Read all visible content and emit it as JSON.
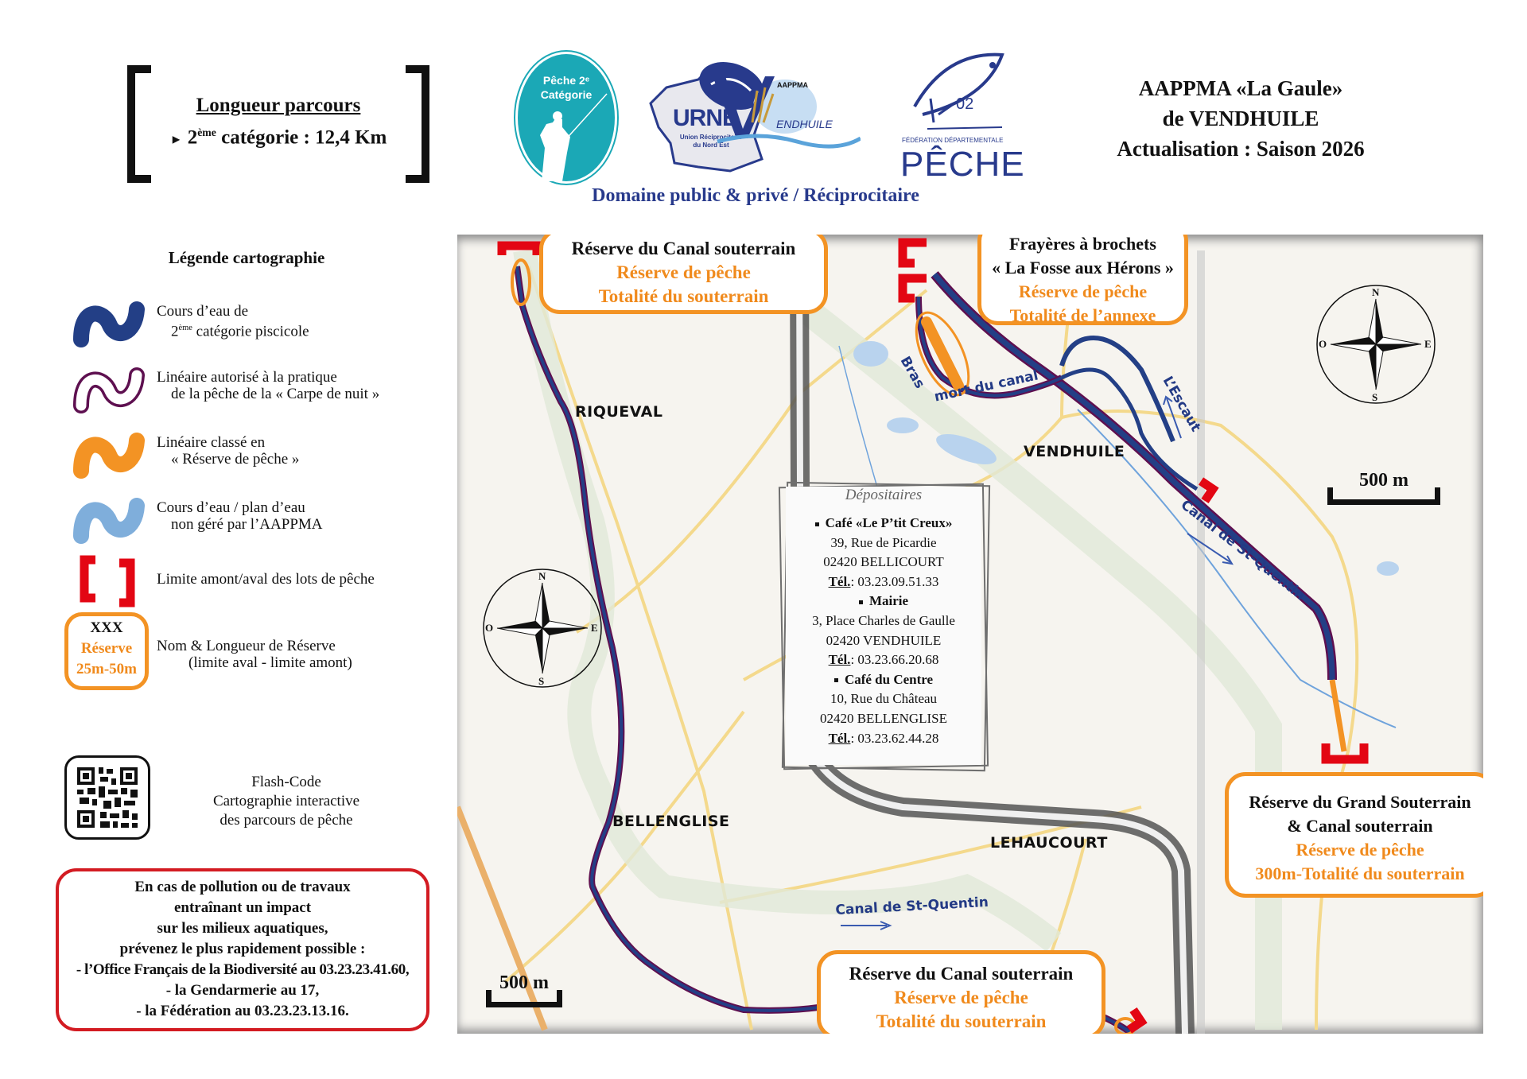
{
  "header": {
    "parcours_title": "Longueur parcours",
    "parcours_arrow": "►",
    "parcours_cat_num": "2",
    "parcours_cat_sup": "ème",
    "parcours_value": "catégorie : 12,4 Km",
    "title_line1": "AAPPMA «La Gaule»",
    "title_line2": "de VENDHUILE",
    "title_line3": "Actualisation : Saison 2026",
    "domaine": "Domaine public & privé / Réciprocitaire"
  },
  "logos": {
    "peche2_line1": "Pêche 2ᵉ",
    "peche2_line2": "Catégorie",
    "urne": "URNE",
    "urne_sub1": "Union Réciprocitaire",
    "urne_sub2": "du Nord Est",
    "vendhuile_aappma": "AAPPMA",
    "vendhuile_name": "ENDHUILE",
    "fed_num": "02",
    "fed_sub": "FÉDÉRATION DÉPARTEMENTALE",
    "fed_peche": "PÊCHE"
  },
  "legend": {
    "title": "Légende cartographie",
    "items": [
      {
        "line1": "Cours d’eau de",
        "line2_num": "2",
        "line2_sup": "ème",
        "line2": " catégorie piscicole",
        "color": "#233f86"
      },
      {
        "line1": "Linéaire autorisé à la pratique",
        "line2": "de la pêche de la « Carpe de nuit »",
        "color": "#5e1050"
      },
      {
        "line1": "Linéaire classé en",
        "line2": "« Réserve de pêche »",
        "color": "#f39324"
      },
      {
        "line1": "Cours d’eau / plan d’eau",
        "line2": "non géré par l’AAPPMA",
        "color": "#7faedb"
      },
      {
        "line1": "Limite amont/aval des lots de pêche",
        "color": "#e30613"
      },
      {
        "line1": "Nom & Longueur de Réserve",
        "line2": "(limite aval - limite amont)"
      }
    ],
    "reserve_example": {
      "name": "XXX",
      "label": "Réserve",
      "length": "25m-50m"
    },
    "qr_caption": [
      "Flash-Code",
      "Cartographie interactive",
      "des parcours de pêche"
    ]
  },
  "alert": {
    "lines": [
      "En cas de pollution ou de travaux",
      "entraînant un impact",
      "sur les milieux aquatiques,",
      "prévenez le plus rapidement possible :",
      "- l’Office Français de la Biodiversité au 03.23.23.41.60,",
      "- la Gendarmerie au 17,",
      "- la Fédération au 03.23.23.13.16."
    ]
  },
  "map": {
    "places": [
      "RIQUEVAL",
      "VENDHUILE",
      "BELLENGLISE",
      "LEHAUCOURT"
    ],
    "water_labels": [
      "Bras",
      "mort du canal",
      "L’Escaut",
      "Canal de St-Quentin",
      "Canal de St-Quentin"
    ],
    "callouts": [
      {
        "title": "Réserve du Canal souterrain",
        "line1": "Réserve de pêche",
        "line2": "Totalité du souterrain"
      },
      {
        "title": "Frayères à brochets",
        "title2": "« La Fosse aux Hérons »",
        "line1": "Réserve de pêche",
        "line2": "Totalité de l’annexe"
      },
      {
        "title": "Réserve du Grand Souterrain",
        "title2": "& Canal souterrain",
        "line1": "Réserve de pêche",
        "line2": "300m-Totalité du souterrain"
      },
      {
        "title": "Réserve du Canal souterrain",
        "line1": "Réserve de pêche",
        "line2": "Totalité du souterrain"
      }
    ],
    "scale_label": "500 m",
    "compass": {
      "n": "N",
      "s": "S",
      "e": "E",
      "w": "O"
    },
    "depositaires": {
      "title": "Dépositaires",
      "tel_label": "Tél.",
      "entries": [
        {
          "name": "Café «Le P’tit Creux»",
          "address": "39, Rue de Picardie",
          "city": "02420 BELLICOURT",
          "tel": ": 03.23.09.51.33"
        },
        {
          "name": "Mairie",
          "address": "3, Place Charles de Gaulle",
          "city": "02420 VENDHUILE",
          "tel": ": 03.23.66.20.68"
        },
        {
          "name": "Café du Centre",
          "address": "10, Rue du Château",
          "city": "02420 BELLENGLISE",
          "tel": ": 03.23.62.44.28"
        }
      ]
    }
  }
}
